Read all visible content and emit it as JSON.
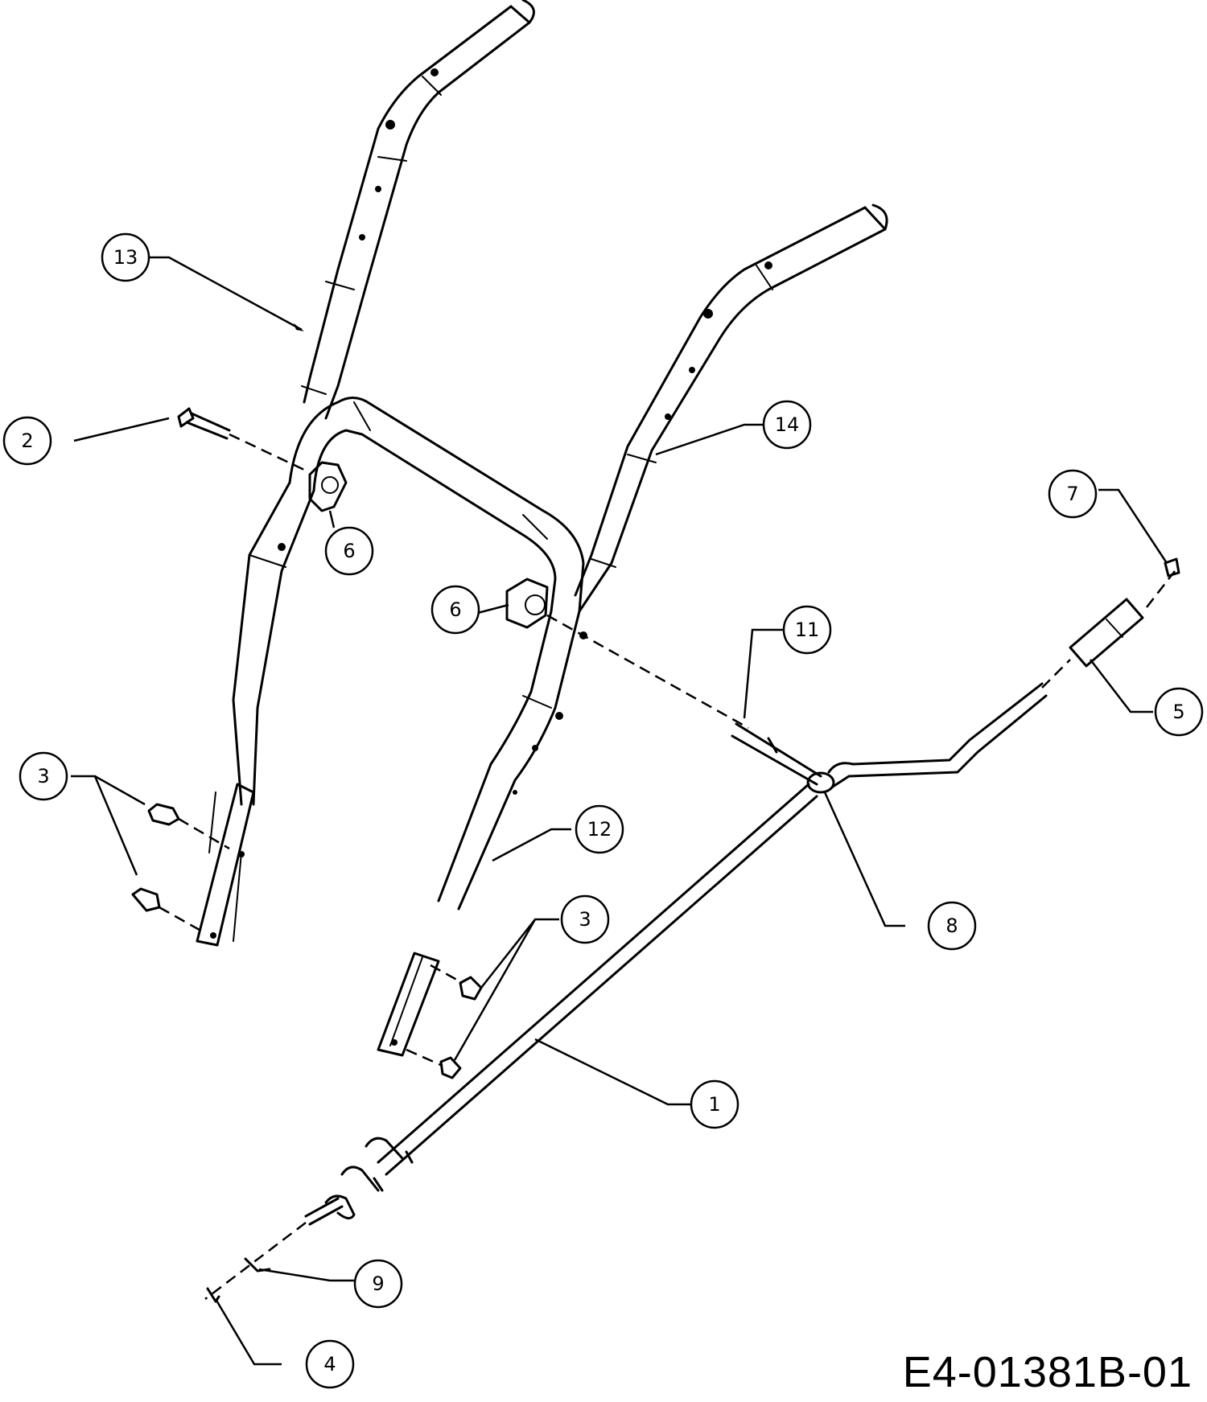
{
  "drawing_number": "E4-01381B-01",
  "callouts": [
    {
      "id": "callout-1",
      "label": "1"
    },
    {
      "id": "callout-2",
      "label": "2"
    },
    {
      "id": "callout-3a",
      "label": "3"
    },
    {
      "id": "callout-3b",
      "label": "3"
    },
    {
      "id": "callout-4",
      "label": "4"
    },
    {
      "id": "callout-5",
      "label": "5"
    },
    {
      "id": "callout-6a",
      "label": "6"
    },
    {
      "id": "callout-6b",
      "label": "6"
    },
    {
      "id": "callout-7",
      "label": "7"
    },
    {
      "id": "callout-8",
      "label": "8"
    },
    {
      "id": "callout-9",
      "label": "9"
    },
    {
      "id": "callout-11",
      "label": "11"
    },
    {
      "id": "callout-12",
      "label": "12"
    },
    {
      "id": "callout-13",
      "label": "13"
    },
    {
      "id": "callout-14",
      "label": "14"
    }
  ]
}
